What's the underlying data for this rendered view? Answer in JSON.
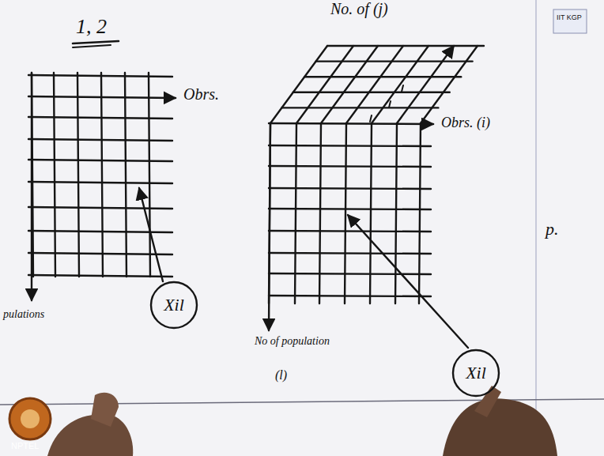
{
  "diagram": {
    "nodes": [
      {
        "text": [
          "Xil"
        ]
      },
      {
        "text": [
          "Xil"
        ]
      }
    ],
    "labels": [
      "1, 2",
      "Obrs.",
      "pulations",
      "No. of (j)",
      "Obrs. (i)",
      "No of population",
      "(l)",
      "p.",
      "IIT KGP",
      "NPTEL"
    ]
  }
}
